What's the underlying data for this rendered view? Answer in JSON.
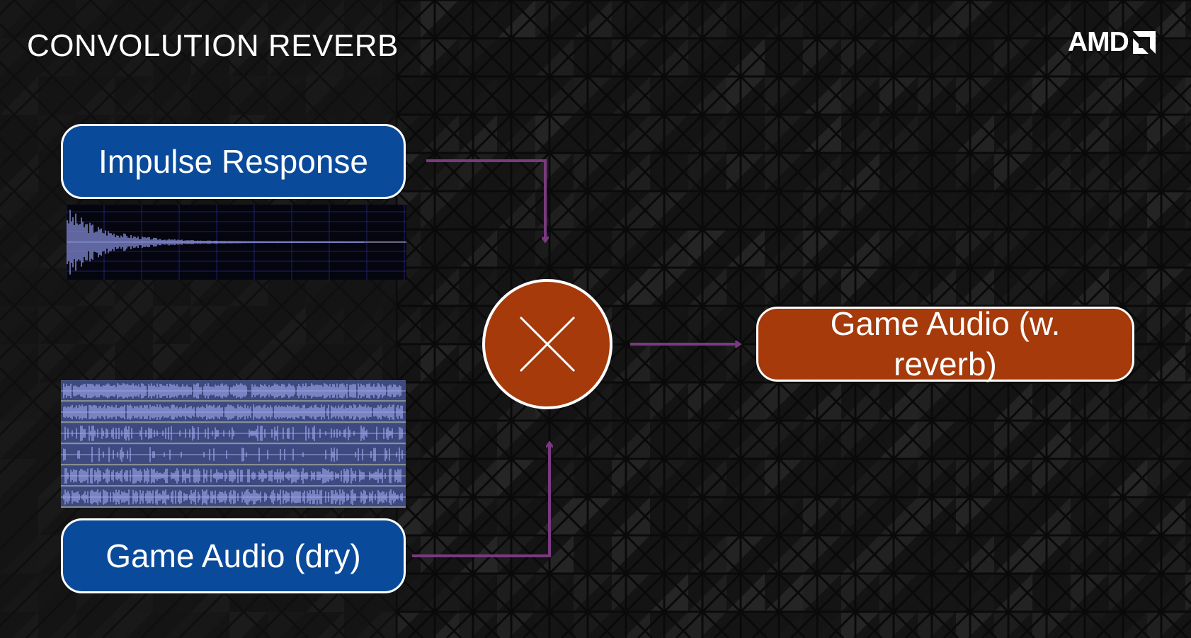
{
  "slide": {
    "title": "CONVOLUTION REVERB",
    "logo_text": "AMD"
  },
  "nodes": {
    "impulse_response": "Impulse Response",
    "game_audio_dry": "Game Audio (dry)",
    "game_audio_reverb": "Game Audio (w. reverb)",
    "operator_icon": "multiply-icon"
  },
  "colors": {
    "background": "#141414",
    "input_box": "#0a4a9a",
    "output_box": "#a63a0a",
    "operator": "#a63a0a",
    "connector": "#7a3a80",
    "waveform": "#7f88d0",
    "waveform_panel": "#4c5a8e"
  }
}
